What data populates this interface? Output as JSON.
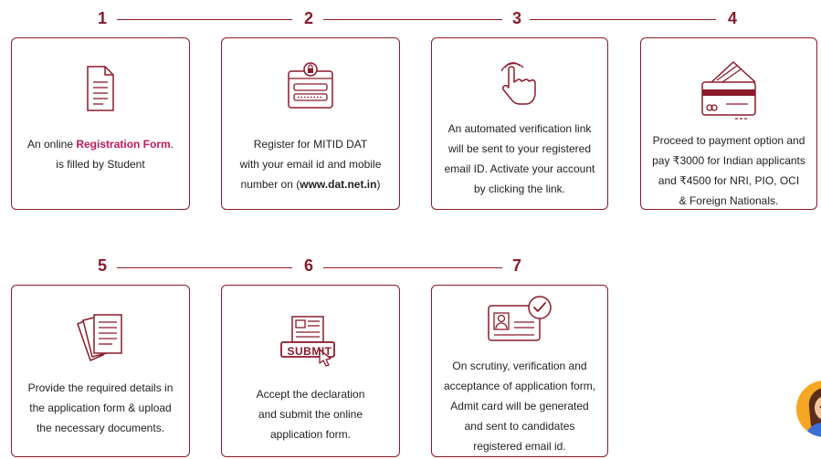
{
  "steps": [
    {
      "num": "1",
      "text_pre": "An online ",
      "text_hl": "Registration Form",
      "text_post": ".",
      "line2": "is filled by Student"
    },
    {
      "num": "2",
      "line1": "Register for MITID DAT",
      "line2": "with your email id and mobile",
      "line3_pre": "number on (",
      "line3_bold": "www.dat.net.in",
      "line3_post": ")"
    },
    {
      "num": "3",
      "line1": "An automated verification link",
      "line2": "will be sent to your registered",
      "line3": "email ID. Activate your account",
      "line4": "by clicking the link."
    },
    {
      "num": "4",
      "line1": "Proceed to payment option and",
      "line2": "pay ₹3000 for Indian applicants",
      "line3": "and ₹4500 for NRI, PIO, OCI",
      "line4": "& Foreign Nationals."
    },
    {
      "num": "5",
      "line1": "Provide the required details in",
      "line2": "the application form & upload",
      "line3": "the necessary documents."
    },
    {
      "num": "6",
      "line1": "Accept the declaration",
      "line2": "and submit the online",
      "line3": "application form.",
      "submit_label": "SUBMIT"
    },
    {
      "num": "7",
      "line1": "On scrutiny, verification and",
      "line2": "acceptance of application form,",
      "line3": "Admit card will be generated",
      "line4": "and sent to candidates",
      "line5": "registered email id."
    }
  ],
  "colors": {
    "accent": "#8b1a2b",
    "highlight": "#c2185b",
    "avatar_bg": "#f5a623"
  },
  "icons": [
    "document-icon",
    "secure-login-icon",
    "click-hand-icon",
    "credit-card-icon",
    "documents-stack-icon",
    "submit-form-icon",
    "id-card-check-icon",
    "assistant-avatar"
  ]
}
